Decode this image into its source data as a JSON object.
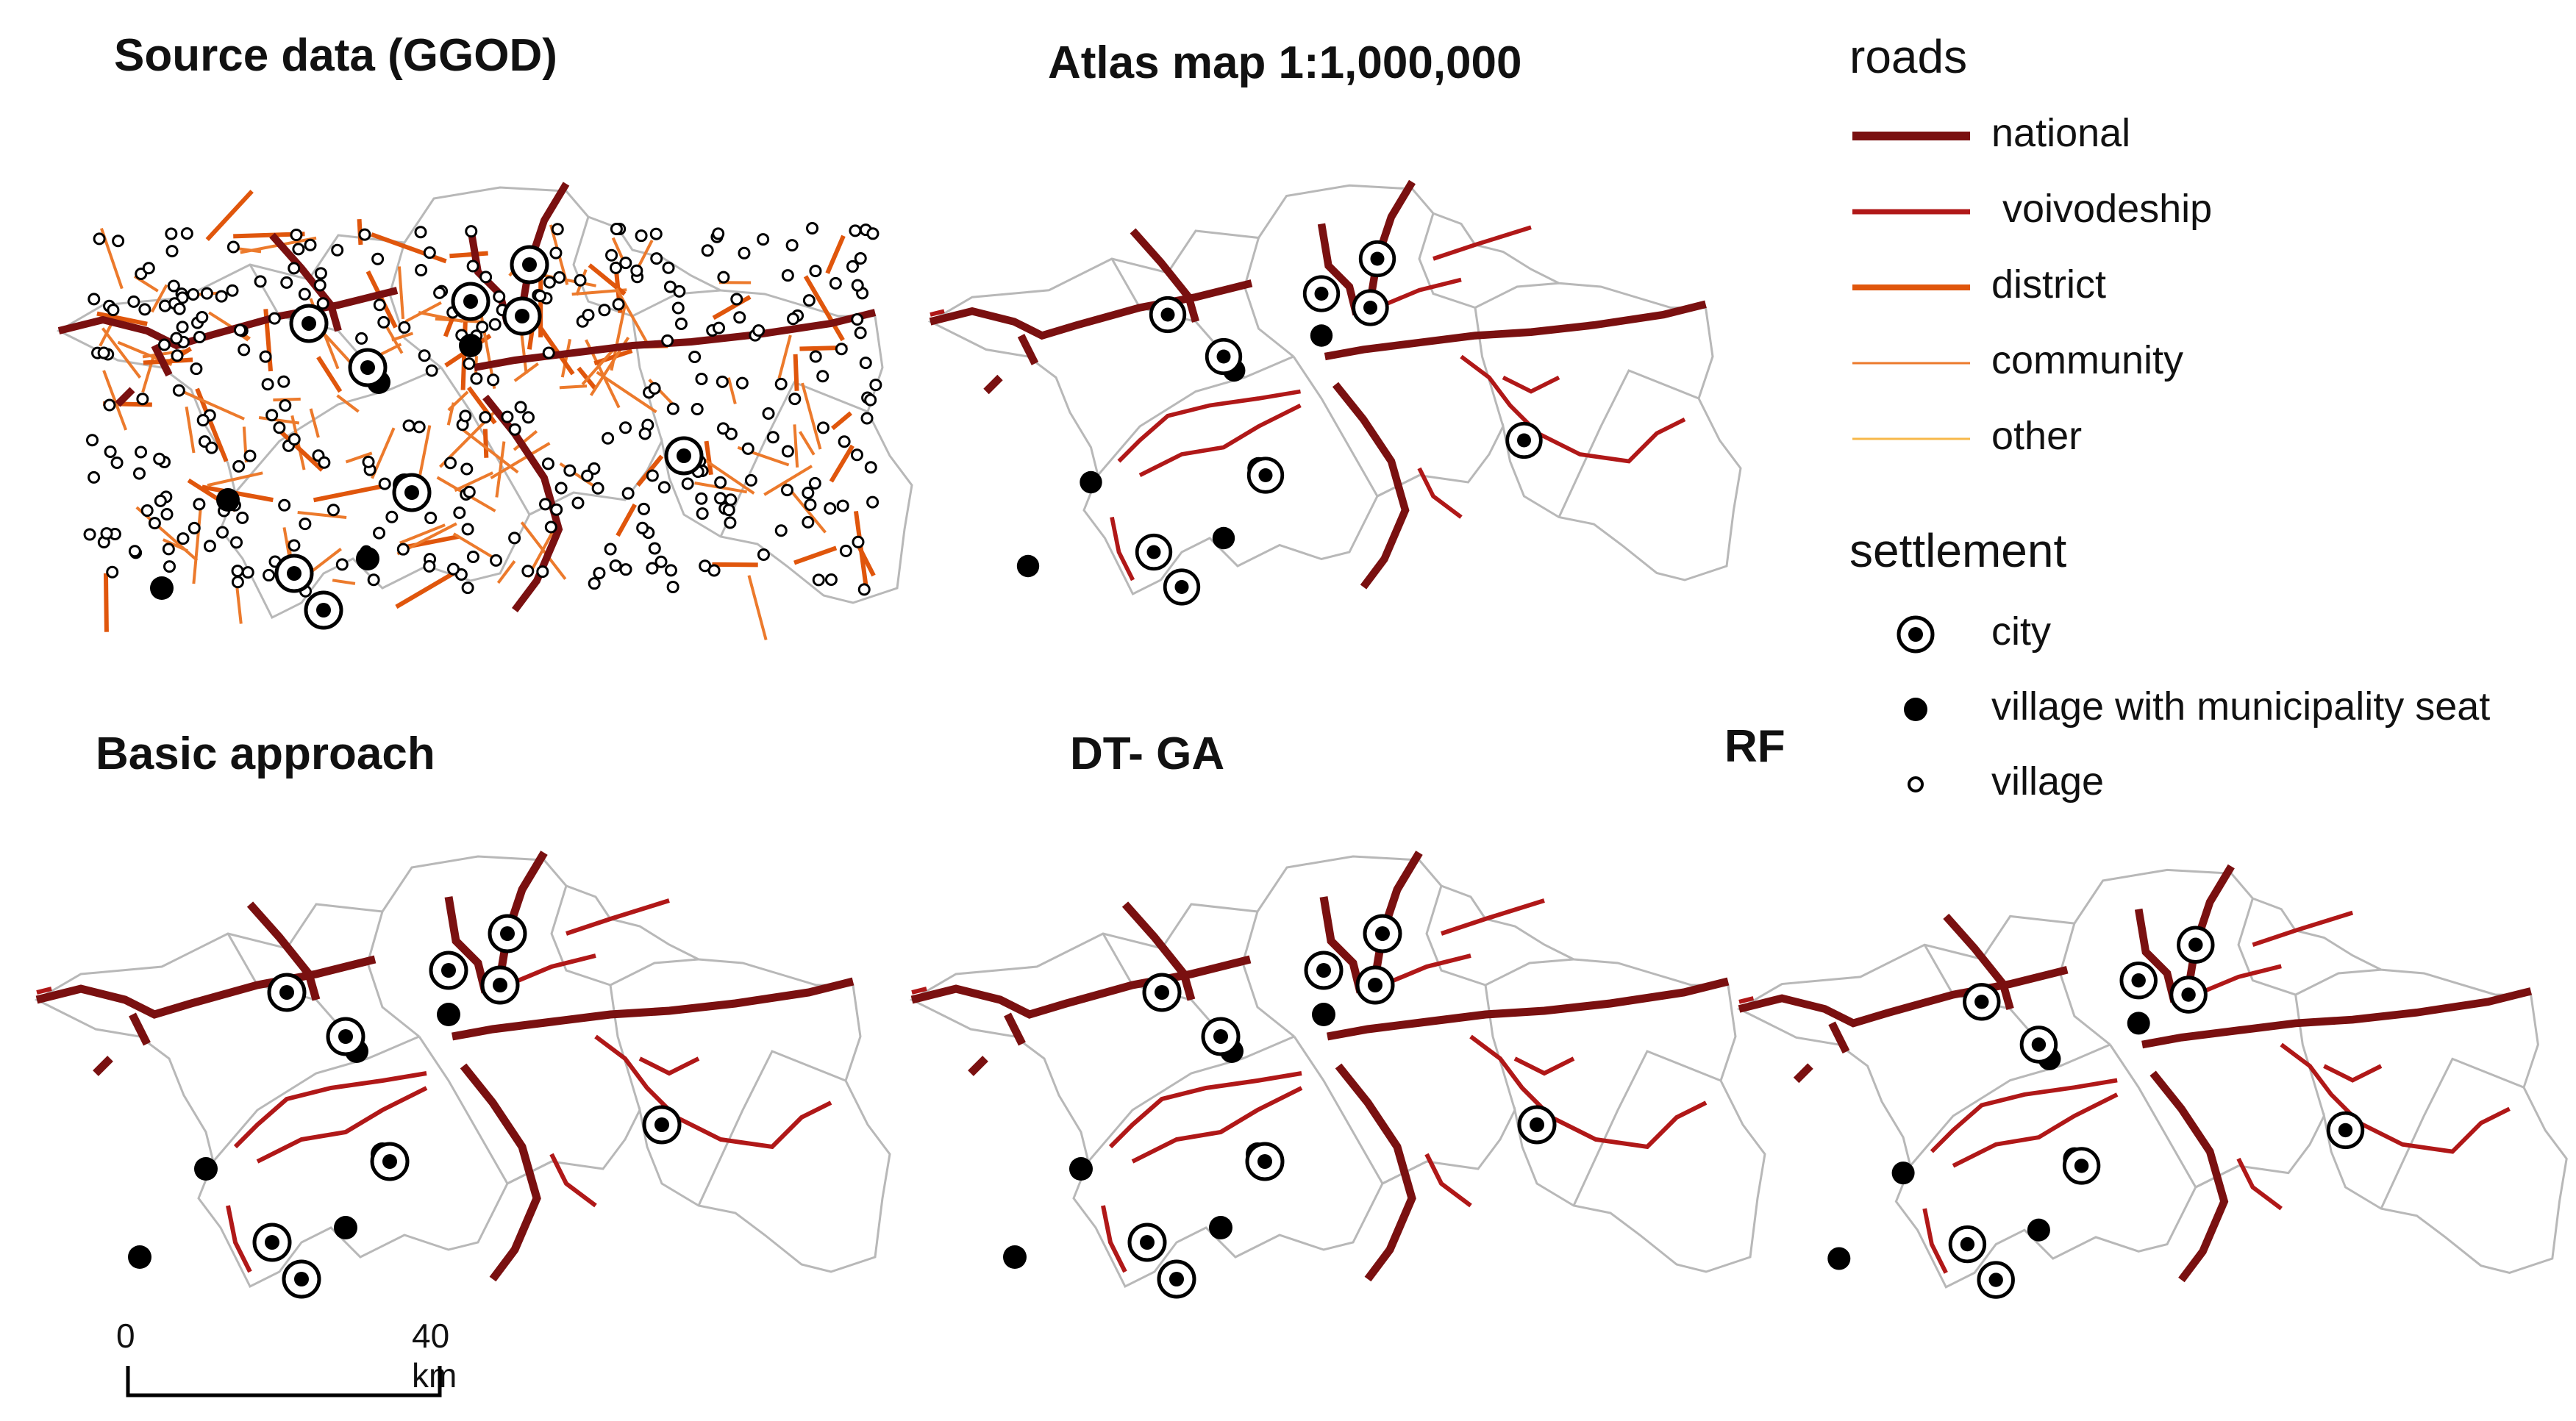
{
  "panels": [
    {
      "id": "source",
      "title": "Source data (GGOD)",
      "detail": "full"
    },
    {
      "id": "atlas",
      "title": "Atlas map 1:1,000,000",
      "detail": "generalized"
    },
    {
      "id": "basic",
      "title": "Basic approach",
      "detail": "generalized"
    },
    {
      "id": "dtga",
      "title": "DT- GA",
      "detail": "generalized"
    },
    {
      "id": "rf",
      "title": "RF",
      "detail": "generalized"
    }
  ],
  "legend": {
    "roads_heading": "roads",
    "roads": [
      {
        "key": "national",
        "label": "national",
        "color": "#7a1010"
      },
      {
        "key": "voivodeship",
        "label": " voivodeship",
        "color": "#b01818"
      },
      {
        "key": "district",
        "label": "district",
        "color": "#e0560c"
      },
      {
        "key": "community",
        "label": "community",
        "color": "#ec7a2c"
      },
      {
        "key": "other",
        "label": "other",
        "color": "#f7b84a"
      }
    ],
    "settlement_heading": "settlement",
    "settlements": [
      {
        "key": "city",
        "label": "city",
        "icon": "city-icon"
      },
      {
        "key": "municipality",
        "label": "village with municipality seat",
        "icon": "filled-dot-icon"
      },
      {
        "key": "village",
        "label": "village",
        "icon": "hollow-dot-icon"
      }
    ]
  },
  "scale": {
    "start": "0",
    "end": "40 km"
  },
  "colors": {
    "boundary": "#b8b8b8",
    "national": "#7a1010",
    "voivodeship": "#b01818",
    "district": "#e0560c",
    "community": "#ec7a2c",
    "other": "#f7b84a"
  }
}
